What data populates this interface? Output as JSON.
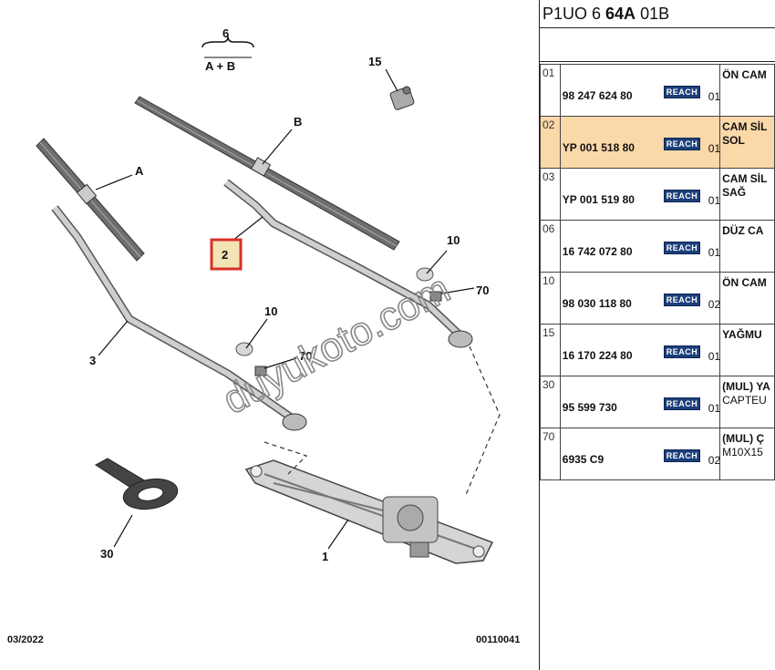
{
  "diagram": {
    "callouts": {
      "c6": "6",
      "cAB": "A + B",
      "cA": "A",
      "cB": "B",
      "c15": "15",
      "c2": "2",
      "c10a": "10",
      "c70a": "70",
      "c10b": "10",
      "c70b": "70",
      "c3": "3",
      "c30": "30",
      "c1": "1"
    },
    "watermark": "duyukoto.com",
    "date": "03/2022",
    "code": "00110041",
    "highlight_color": "#d9302a"
  },
  "parts": {
    "ref": {
      "prefix": "P1UO 6 ",
      "bold": "64A",
      "suffix": " 01B"
    },
    "reach_label": "REACH",
    "rows": [
      {
        "idx": "01",
        "pn": "98 247 624 80",
        "qty": "01",
        "desc": "ÖN CAM",
        "sub": ""
      },
      {
        "idx": "02",
        "pn": "YP 001 518 80",
        "qty": "01",
        "desc": "CAM SİL",
        "sub": "SOL"
      },
      {
        "idx": "03",
        "pn": "YP 001 519 80",
        "qty": "01",
        "desc": "CAM SİL",
        "sub": "SAĞ"
      },
      {
        "idx": "06",
        "pn": "16 742 072 80",
        "qty": "01",
        "desc": "DÜZ CA",
        "sub": ""
      },
      {
        "idx": "10",
        "pn": "98 030 118 80",
        "qty": "02",
        "desc": "ÖN CAM",
        "sub": ""
      },
      {
        "idx": "15",
        "pn": "16 170 224 80",
        "qty": "01",
        "desc": "YAĞMU",
        "sub": ""
      },
      {
        "idx": "30",
        "pn": "95 599 730",
        "qty": "01",
        "desc": "(MUL) YA",
        "sub": "CAPTEU"
      },
      {
        "idx": "70",
        "pn": "6935 C9",
        "qty": "02",
        "desc": "(MUL) Ç",
        "sub": "M10X15"
      }
    ],
    "highlight_row_color": "#fbd8a8",
    "reach_color": "#1c3f7a"
  }
}
